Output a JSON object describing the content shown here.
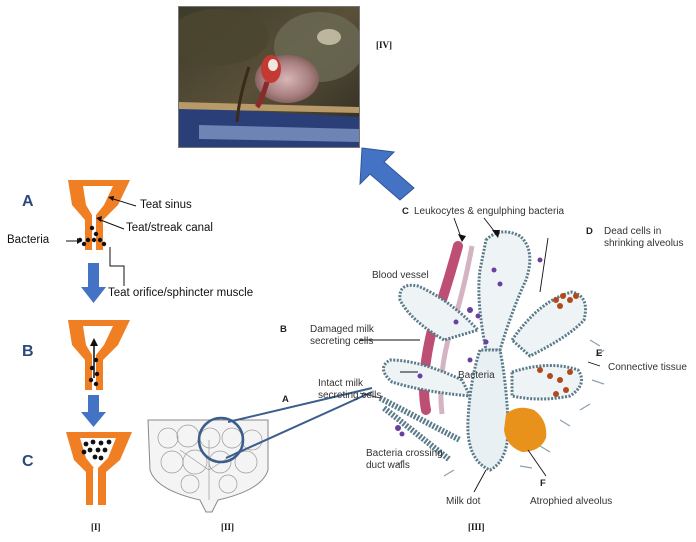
{
  "panel_I": {
    "roman": "[I]",
    "steps": {
      "a": "A",
      "b": "B",
      "c": "C"
    },
    "labels": {
      "teat_sinus": "Teat sinus",
      "teat_canal": "Teat/streak canal",
      "bacteria": "Bacteria",
      "teat_orifice": "Teat orifice/sphincter muscle"
    }
  },
  "panel_II": {
    "roman": "[II]"
  },
  "panel_III": {
    "roman": "[III]",
    "labels": {
      "c": "C",
      "leukocytes": "Leukocytes & engulphing bacteria",
      "d": "D",
      "dead_cells": "Dead cells in shrinking alveolus",
      "blood_vessel": "Blood vessel",
      "b": "B",
      "damaged_cells": "Damaged milk secreting cells",
      "bacteria_inner": "Bacteria",
      "e": "E",
      "connective_tissue": "Connective tissue",
      "a": "A",
      "intact_cells": "Intact milk secreting cells",
      "bacteria_crossing": "Bacteria crossing duct walls",
      "milk_dot": "Milk dot",
      "f": "F",
      "atrophied": "Atrophied alveolus"
    }
  },
  "panel_IV": {
    "roman": "[IV]"
  },
  "colors": {
    "teat_orange": "#f07f24",
    "arrow_blue": "#4472c4",
    "arrow_blue_dark": "#2f5597",
    "zoom_circle": "#3b5e8c",
    "atrophied_orange": "#e8921c",
    "blood_vessel_red": "#b0305a"
  }
}
